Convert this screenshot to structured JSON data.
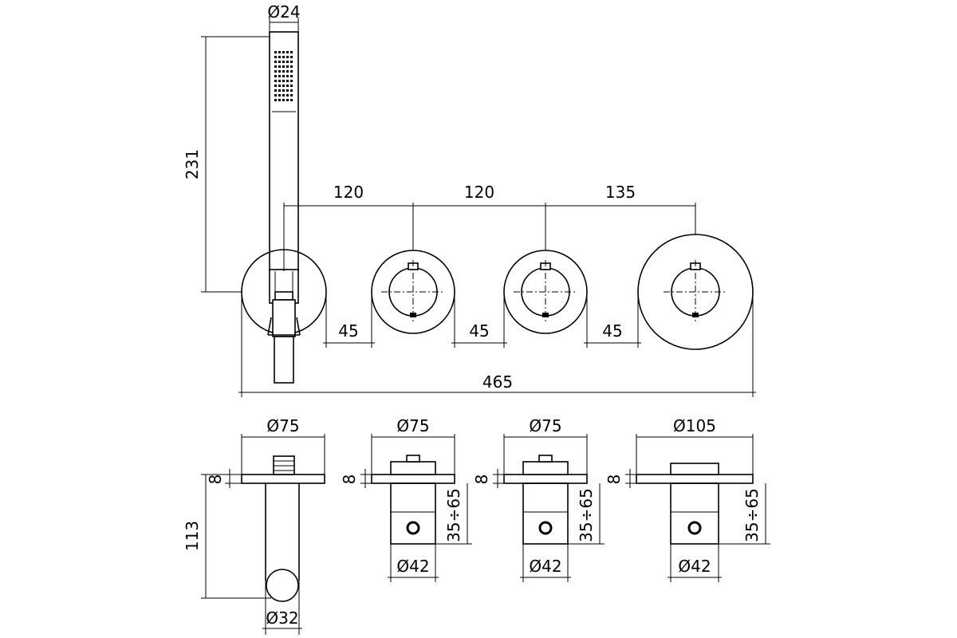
{
  "dimensions": {
    "hand_shower_diameter": "Ø24",
    "hand_shower_height": "231",
    "spacing_1": "120",
    "spacing_2": "120",
    "spacing_3": "135",
    "gap_1": "45",
    "gap_2": "45",
    "gap_3": "45",
    "total_width": "465",
    "plate_1_diameter": "Ø75",
    "plate_2_diameter": "Ø75",
    "plate_3_diameter": "Ø75",
    "plate_4_diameter": "Ø105",
    "plate_thickness_1": "8",
    "plate_thickness_2": "8",
    "plate_thickness_3": "8",
    "plate_thickness_4": "8",
    "outlet_depth": "113",
    "outlet_diameter": "Ø32",
    "body_diameter_2": "Ø42",
    "body_diameter_3": "Ø42",
    "body_diameter_4": "Ø42",
    "install_depth_2": "35÷65",
    "install_depth_3": "35÷65",
    "install_depth_4": "35÷65"
  }
}
